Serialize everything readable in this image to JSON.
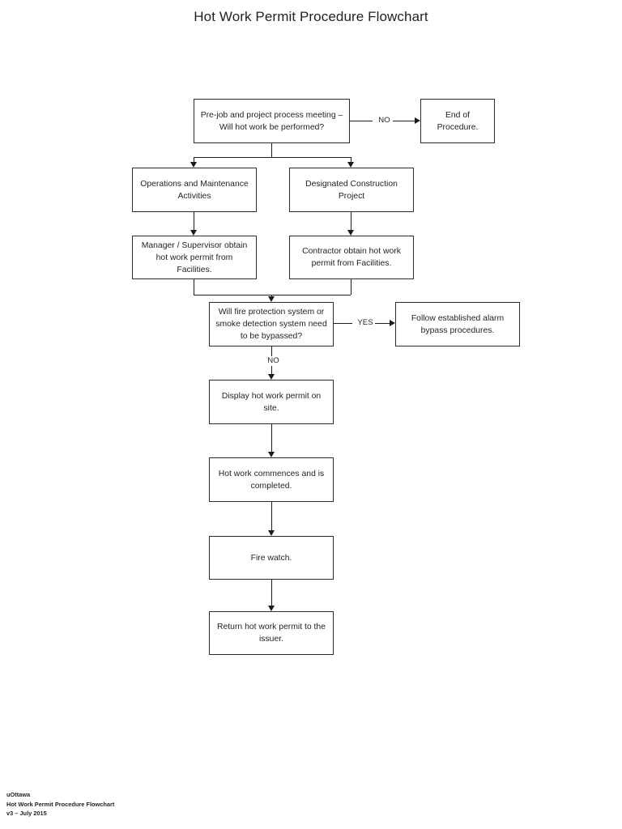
{
  "document": {
    "title": "Hot Work Permit Procedure Flowchart"
  },
  "nodes": {
    "prejob": "Pre-job and project process meeting – Will hot work be performed?",
    "end_procedure": "End of Procedure.",
    "operations": "Operations and Maintenance Activities",
    "designated_project": "Designated Construction Project",
    "manager_permit": "Manager / Supervisor obtain hot work permit from Facilities.",
    "contractor_permit": "Contractor obtain hot work permit from Facilities.",
    "bypass_decision": "Will fire protection system or smoke detection system need to be bypassed?",
    "alarm_bypass": "Follow established alarm bypass procedures.",
    "display_permit": "Display hot work permit on site.",
    "work_commences": "Hot work commences and is completed.",
    "fire_watch": "Fire watch.",
    "return_permit": "Return hot work permit to the issuer."
  },
  "edge_labels": {
    "prejob_no": "NO",
    "bypass_yes": "YES",
    "bypass_no": "NO"
  },
  "footer": {
    "line1": "uOttawa",
    "line2": "Hot Work Permit Procedure Flowchart",
    "line3": "v3 – July 2015"
  },
  "colors": {
    "box_border": "#2b2b2b",
    "connector": "#1c1c1c",
    "text": "#231f20",
    "background": "#ffffff"
  }
}
